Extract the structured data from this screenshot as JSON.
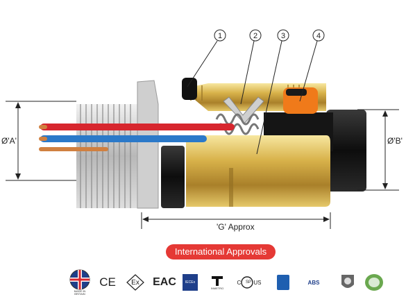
{
  "diagram": {
    "callouts": [
      "1",
      "2",
      "3",
      "4"
    ],
    "dim_a": "Ø'A'",
    "dim_b": "Ø'B'",
    "dim_g": "'G' Approx"
  },
  "approvals": {
    "label": "International Approvals",
    "accent_color": "#e53935",
    "made_in_britain": [
      "MADE IN",
      "BRITAIN"
    ],
    "icons": [
      "made-in-britain-icon",
      "ce-mark-icon",
      "ex-mark-icon",
      "eac-mark-icon",
      "iecex-mark-icon",
      "inmetro-mark-icon",
      "csa-mark-icon",
      "lloyds-register-icon",
      "abs-mark-icon",
      "bureau-veritas-icon",
      "quality-seal-icon"
    ],
    "ce_text": "CE",
    "ex_text": "Ex",
    "eac_text": "EAC",
    "iecex_text": "IECEx",
    "inmetro_text": "INMETRO",
    "csa_main": "SP",
    "csa_c": "C",
    "csa_us": "US",
    "abs_text": "ABS"
  }
}
